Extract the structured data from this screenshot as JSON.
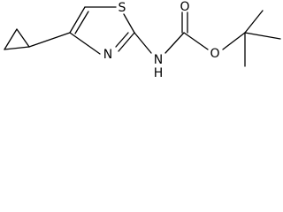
{
  "structure": {
    "atom_labels": {
      "sulfur": "S",
      "ring_nitrogen": "N",
      "amide_nitrogen": "N",
      "amide_hydrogen": "H",
      "carbonyl_oxygen": "O",
      "ester_oxygen": "O"
    },
    "colors": {
      "ink": "#000000",
      "background": "#ffffff"
    }
  }
}
